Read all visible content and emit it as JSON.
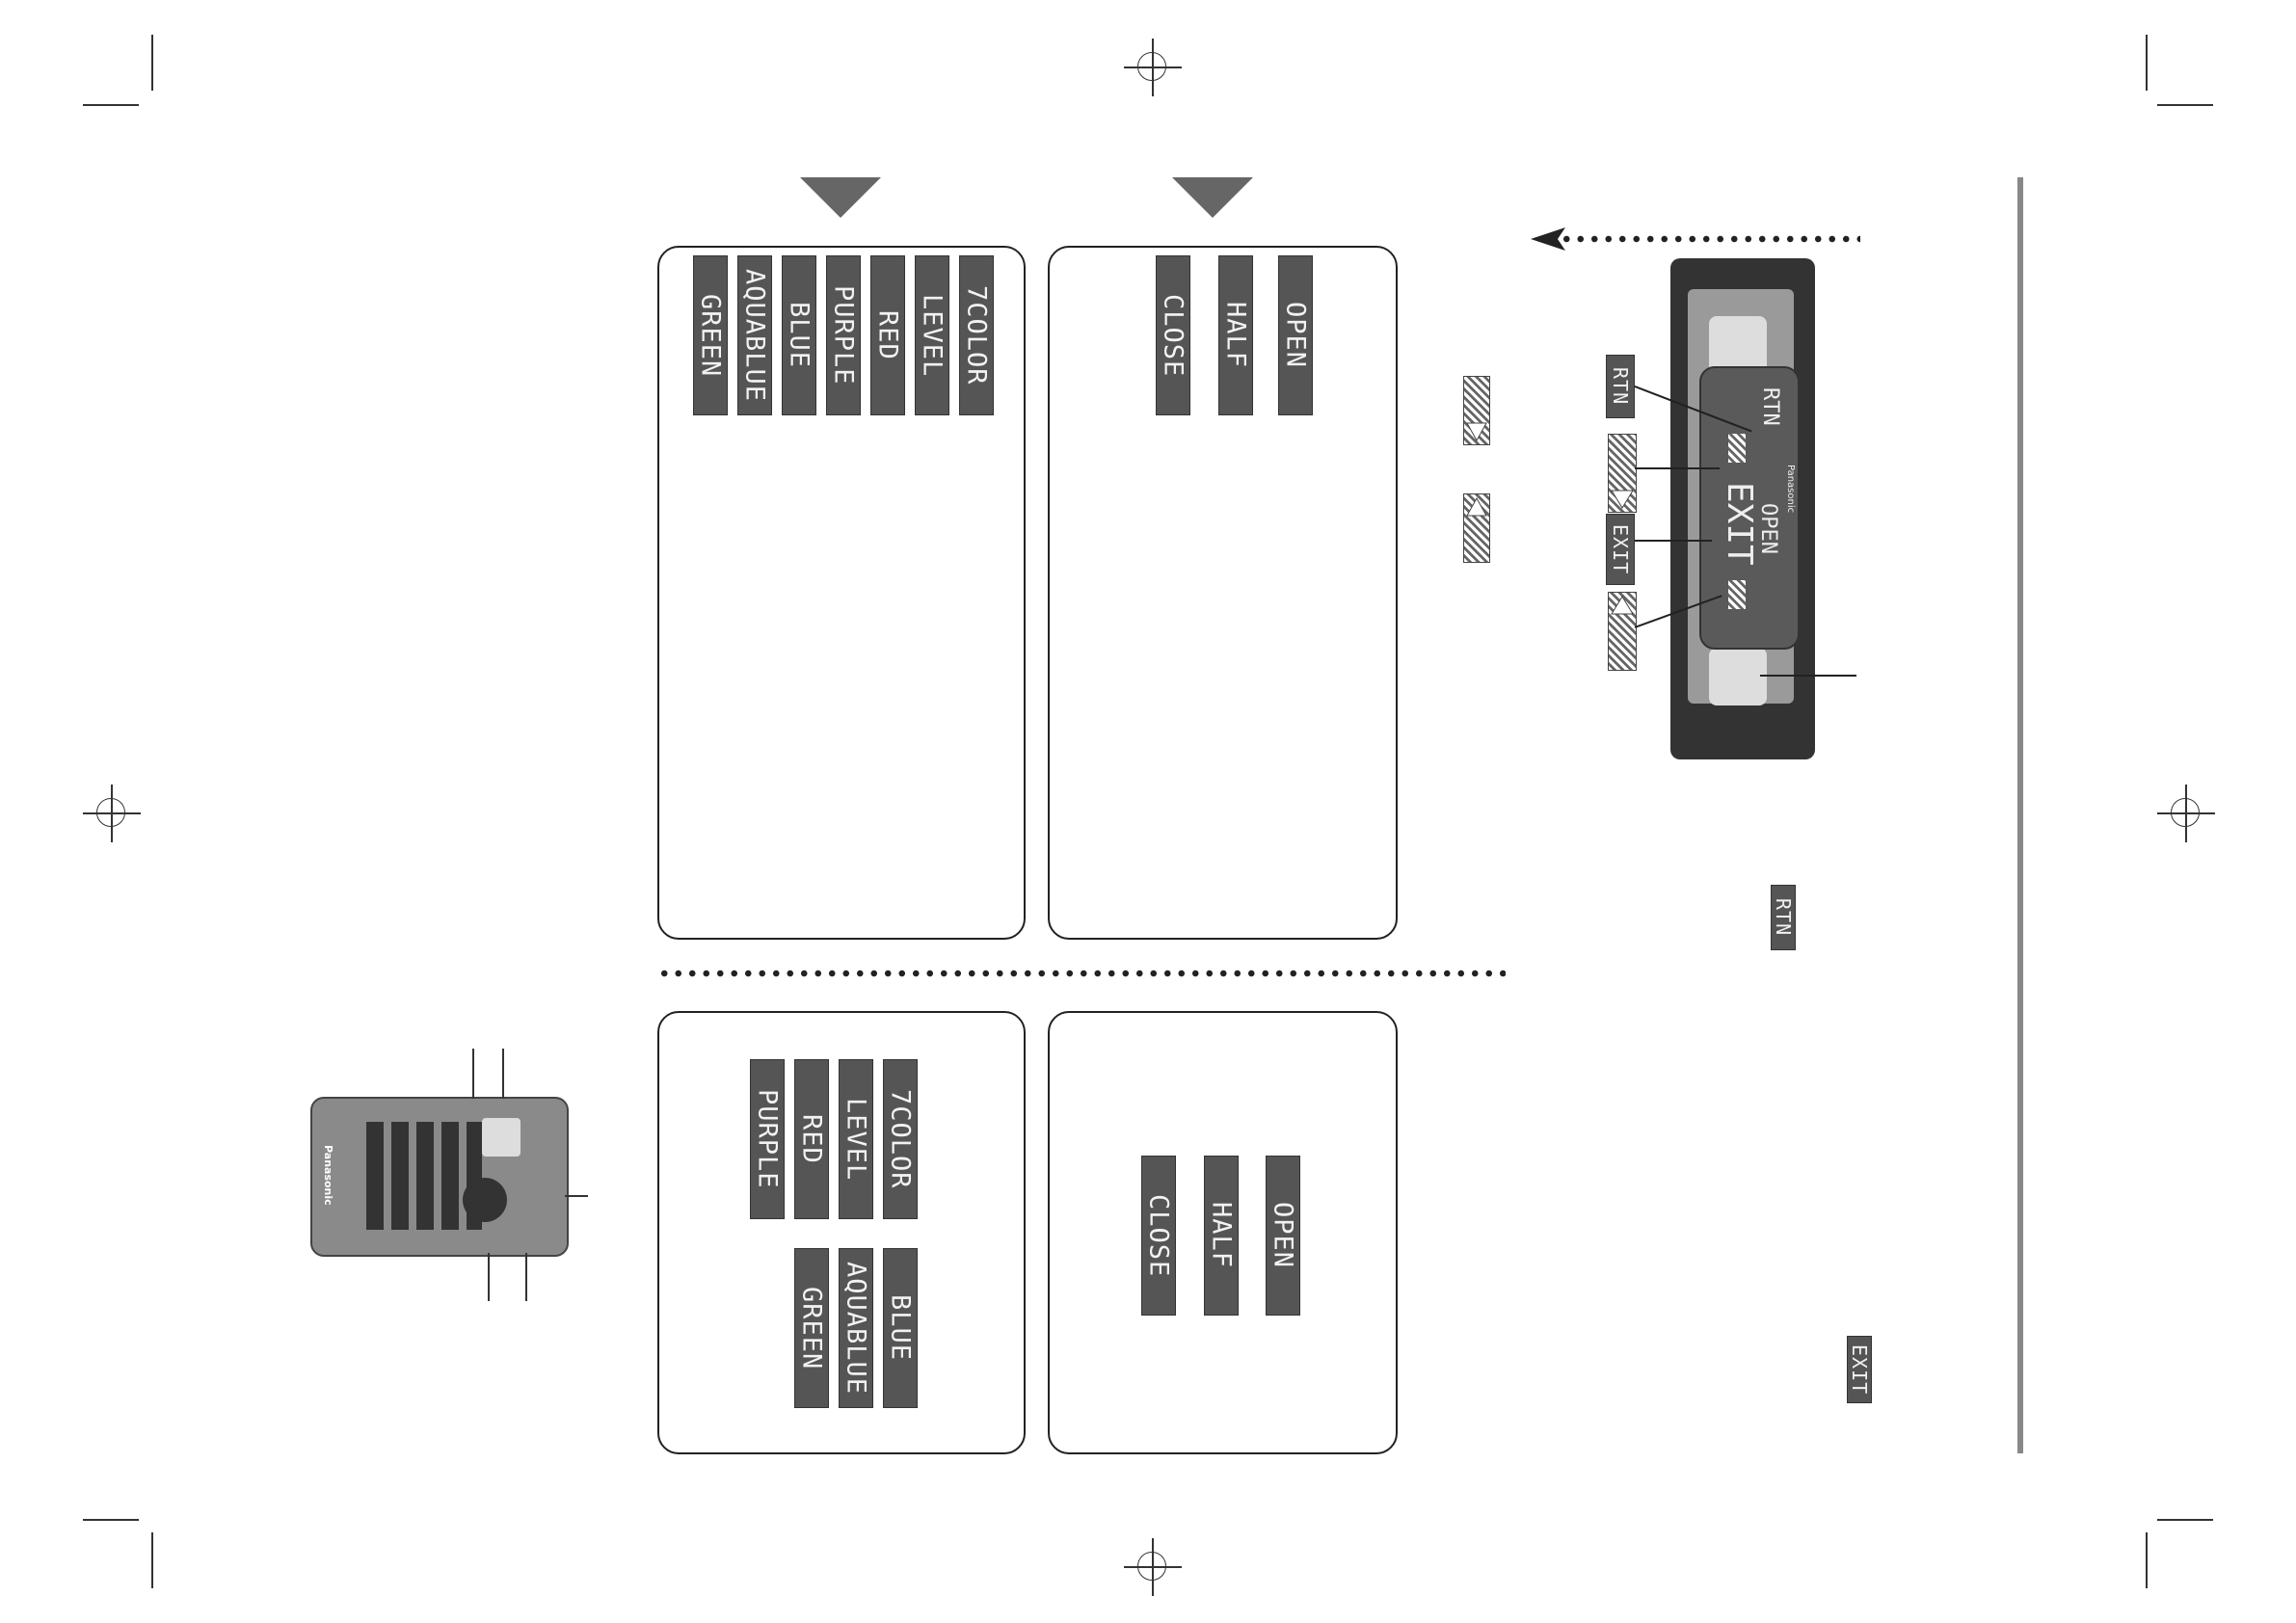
{
  "colors": {
    "chip_bg": "#555555",
    "chip_text": "#f2f2f2",
    "rule": "#888888"
  },
  "panel_open_close_top": {
    "items": [
      "OPEN",
      "HALF",
      "CLOSE"
    ]
  },
  "panel_color_top": {
    "items": [
      "7COLOR",
      "LEVEL",
      "RED",
      "PURPLE",
      "BLUE",
      "AQUABLUE",
      "GREEN"
    ]
  },
  "panel_open_close_bottom": {
    "items": [
      "OPEN",
      "HALF",
      "CLOSE"
    ]
  },
  "panel_color_bottom": {
    "row1": [
      "7COLOR",
      "LEVEL",
      "RED",
      "PURPLE"
    ],
    "row2": [
      "BLUE",
      "AQUABLUE",
      "GREEN"
    ]
  },
  "unit_display": {
    "brand": "Panasonic",
    "line1": "OPEN",
    "line2": "EXIT",
    "line_rtn": "RTN"
  },
  "callouts": {
    "rtn": "RTN",
    "exit": "EXIT"
  },
  "side_chips": {
    "rtn": "RTN",
    "exit": "EXIT"
  },
  "remote": {
    "brand": "Panasonic"
  },
  "icons": [
    "down-triangle-icon",
    "up-triangle-icon",
    "arrow-left-icon",
    "registration-mark-icon"
  ]
}
